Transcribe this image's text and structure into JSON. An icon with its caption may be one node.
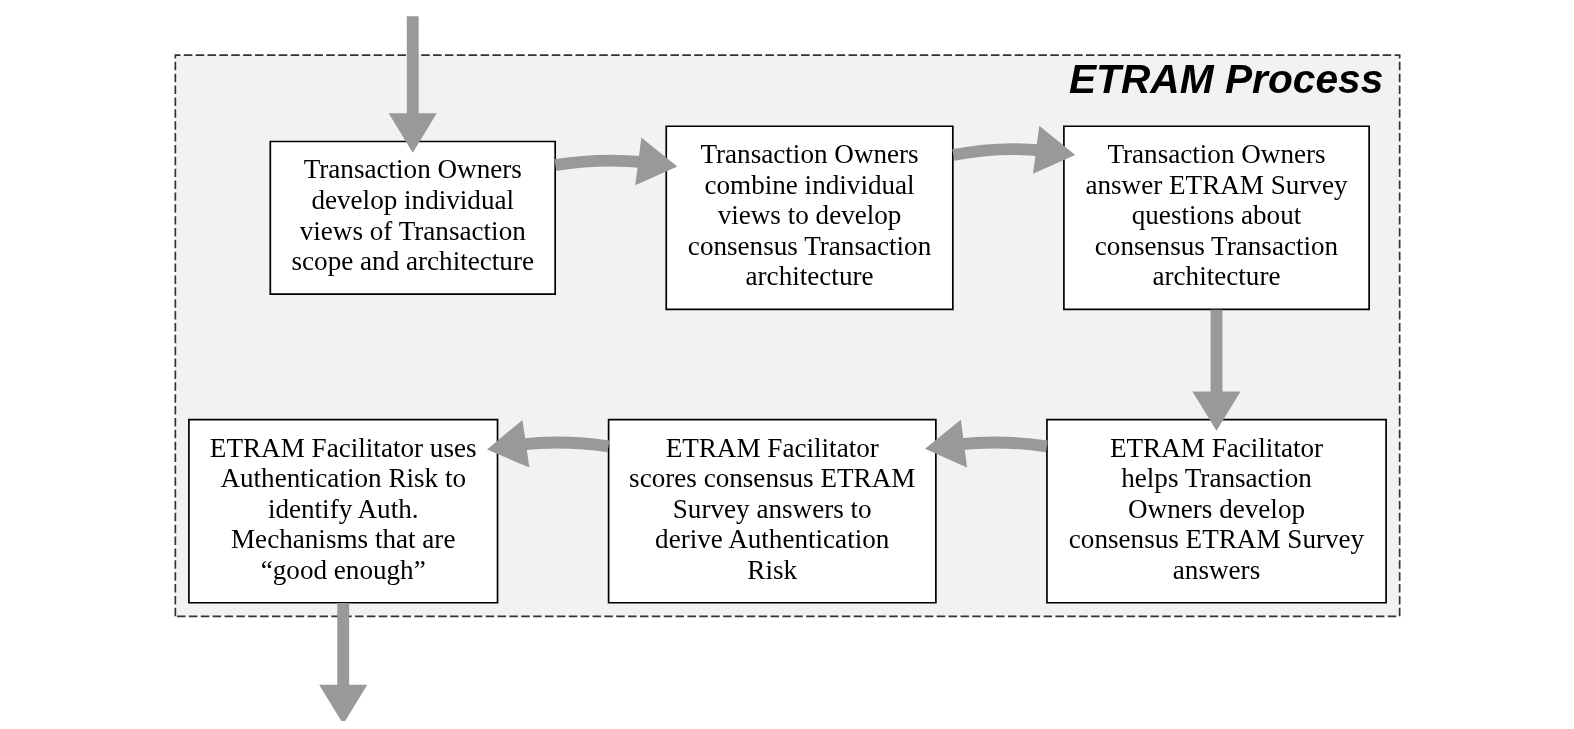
{
  "diagram": {
    "nodes": [
      {
        "text": [
          "ETRAM Process"
        ]
      },
      {
        "text": [
          "Transaction Owners develop individual views of Transaction scope and architecture"
        ],
        "in": 0
      },
      {
        "text": [
          "Transaction Owners combine individual views to develop consensus Transaction architecture"
        ],
        "in": 0
      },
      {
        "text": [
          "Transaction Owners answer ETRAM Survey questions about consensus Transaction architecture"
        ],
        "in": 0
      },
      {
        "text": [
          "ETRAM Facilitator helps Transaction Owners develop consensus ETRAM Survey answers"
        ],
        "in": 0
      },
      {
        "text": [
          "ETRAM Facilitator scores consensus ETRAM Survey answers to derive Authentication Risk"
        ],
        "in": 0
      },
      {
        "text": [
          "ETRAM Facilitator uses Authentication Risk to identify Auth. Mechanisms that are “good enough”"
        ],
        "in": 0
      }
    ],
    "edges": [
      {
        "from": null,
        "to": 1,
        "arrow": "to"
      },
      {
        "from": 1,
        "to": 2,
        "arrow": "to"
      },
      {
        "from": 2,
        "to": 3,
        "arrow": "to"
      },
      {
        "from": 3,
        "to": 4,
        "arrow": "to"
      },
      {
        "from": 4,
        "to": 5,
        "arrow": "to"
      },
      {
        "from": 5,
        "to": 6,
        "arrow": "to"
      },
      {
        "from": 6,
        "to": null,
        "arrow": "to"
      }
    ]
  }
}
